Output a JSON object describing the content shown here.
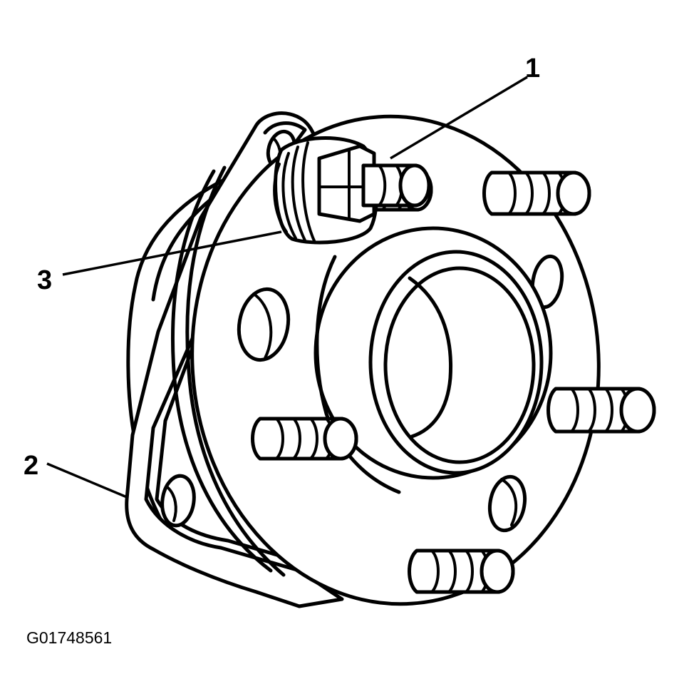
{
  "figure_id": "G01748561",
  "callouts": {
    "c1": "1",
    "c2": "2",
    "c3": "3"
  },
  "colors": {
    "line": "#000000",
    "background": "#ffffff"
  },
  "icons": [
    "wheel-hub-bearing-assembly"
  ]
}
